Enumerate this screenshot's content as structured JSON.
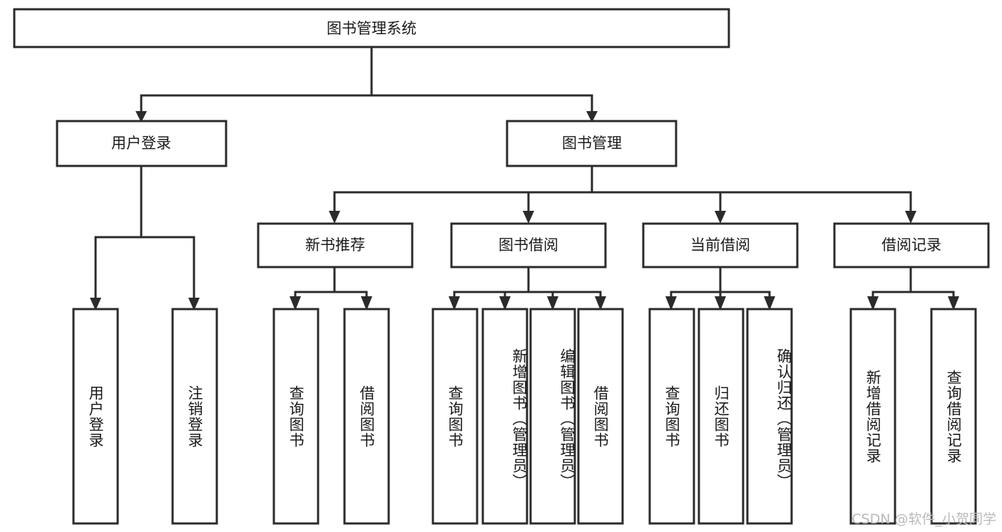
{
  "diagram": {
    "type": "tree-hierarchy-chart",
    "title": "图书管理系统",
    "background_color": "#ffffff",
    "line_color": "#2b2b2b",
    "box_fill": "#ffffff",
    "root": {
      "label": "图书管理系统",
      "children": [
        {
          "label": "用户登录",
          "children": [
            {
              "label": "用户登录"
            },
            {
              "label": "注销登录"
            }
          ]
        },
        {
          "label": "图书管理",
          "children": [
            {
              "label": "新书推荐",
              "children": [
                {
                  "label": "查询图书"
                },
                {
                  "label": "借阅图书"
                }
              ]
            },
            {
              "label": "图书借阅",
              "children": [
                {
                  "label": "查询图书"
                },
                {
                  "label": "新增图书（管理员）"
                },
                {
                  "label": "编辑图书（管理员）"
                },
                {
                  "label": "借阅图书"
                }
              ]
            },
            {
              "label": "当前借阅",
              "children": [
                {
                  "label": "查询图书"
                },
                {
                  "label": "归还图书"
                },
                {
                  "label": "确认归还（管理员）"
                }
              ]
            },
            {
              "label": "借阅记录",
              "children": [
                {
                  "label": "新增借阅记录"
                },
                {
                  "label": "查询借阅记录"
                }
              ]
            }
          ]
        }
      ]
    },
    "nodes": {
      "root": "图书管理系统",
      "user_login": "用户登录",
      "book_manage": "图书管理",
      "new_book_rec": "新书推荐",
      "book_borrow": "图书借阅",
      "current_borrow": "当前借阅",
      "borrow_record": "借阅记录"
    },
    "leaves": {
      "l1": "用户登录",
      "l2": "注销登录",
      "l3": "查询图书",
      "l4": "借阅图书",
      "l5": "查询图书",
      "l6": "新增图书（管理员）",
      "l7": "编辑图书（管理员）",
      "l8": "借阅图书",
      "l9": "查询图书",
      "l10": "归还图书",
      "l11": "确认归还（管理员）",
      "l12": "新增借阅记录",
      "l13": "查询借阅记录"
    },
    "watermark": "CSDN @软件_小贺同学"
  }
}
